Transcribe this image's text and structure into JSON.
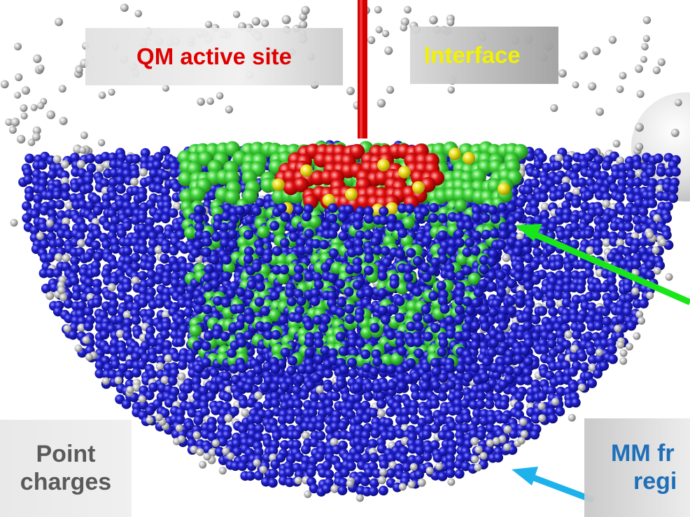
{
  "labels": {
    "qm_active_site": "QM active site",
    "interface": "Interface",
    "point_charges_line1": "Point",
    "point_charges_line2": "charges",
    "mm_region_line1": "MM fr",
    "mm_region_line2": "regi"
  },
  "colors": {
    "qm_active_site": "#e00000",
    "interface": "#f2f200",
    "point_charges": "#5a5a5a",
    "mm_region": "#1f6fb8",
    "qm_atoms": "#e01010",
    "interface_atoms": "#f0e020",
    "inner_region_atoms": "#3fd23a",
    "mm_atoms": "#1a1ab8",
    "point_charge_atoms": "#b4b4b4",
    "red_pointer": "#d60000",
    "green_arrow": "#19e619",
    "blue_arrow": "#1eb2ec"
  }
}
